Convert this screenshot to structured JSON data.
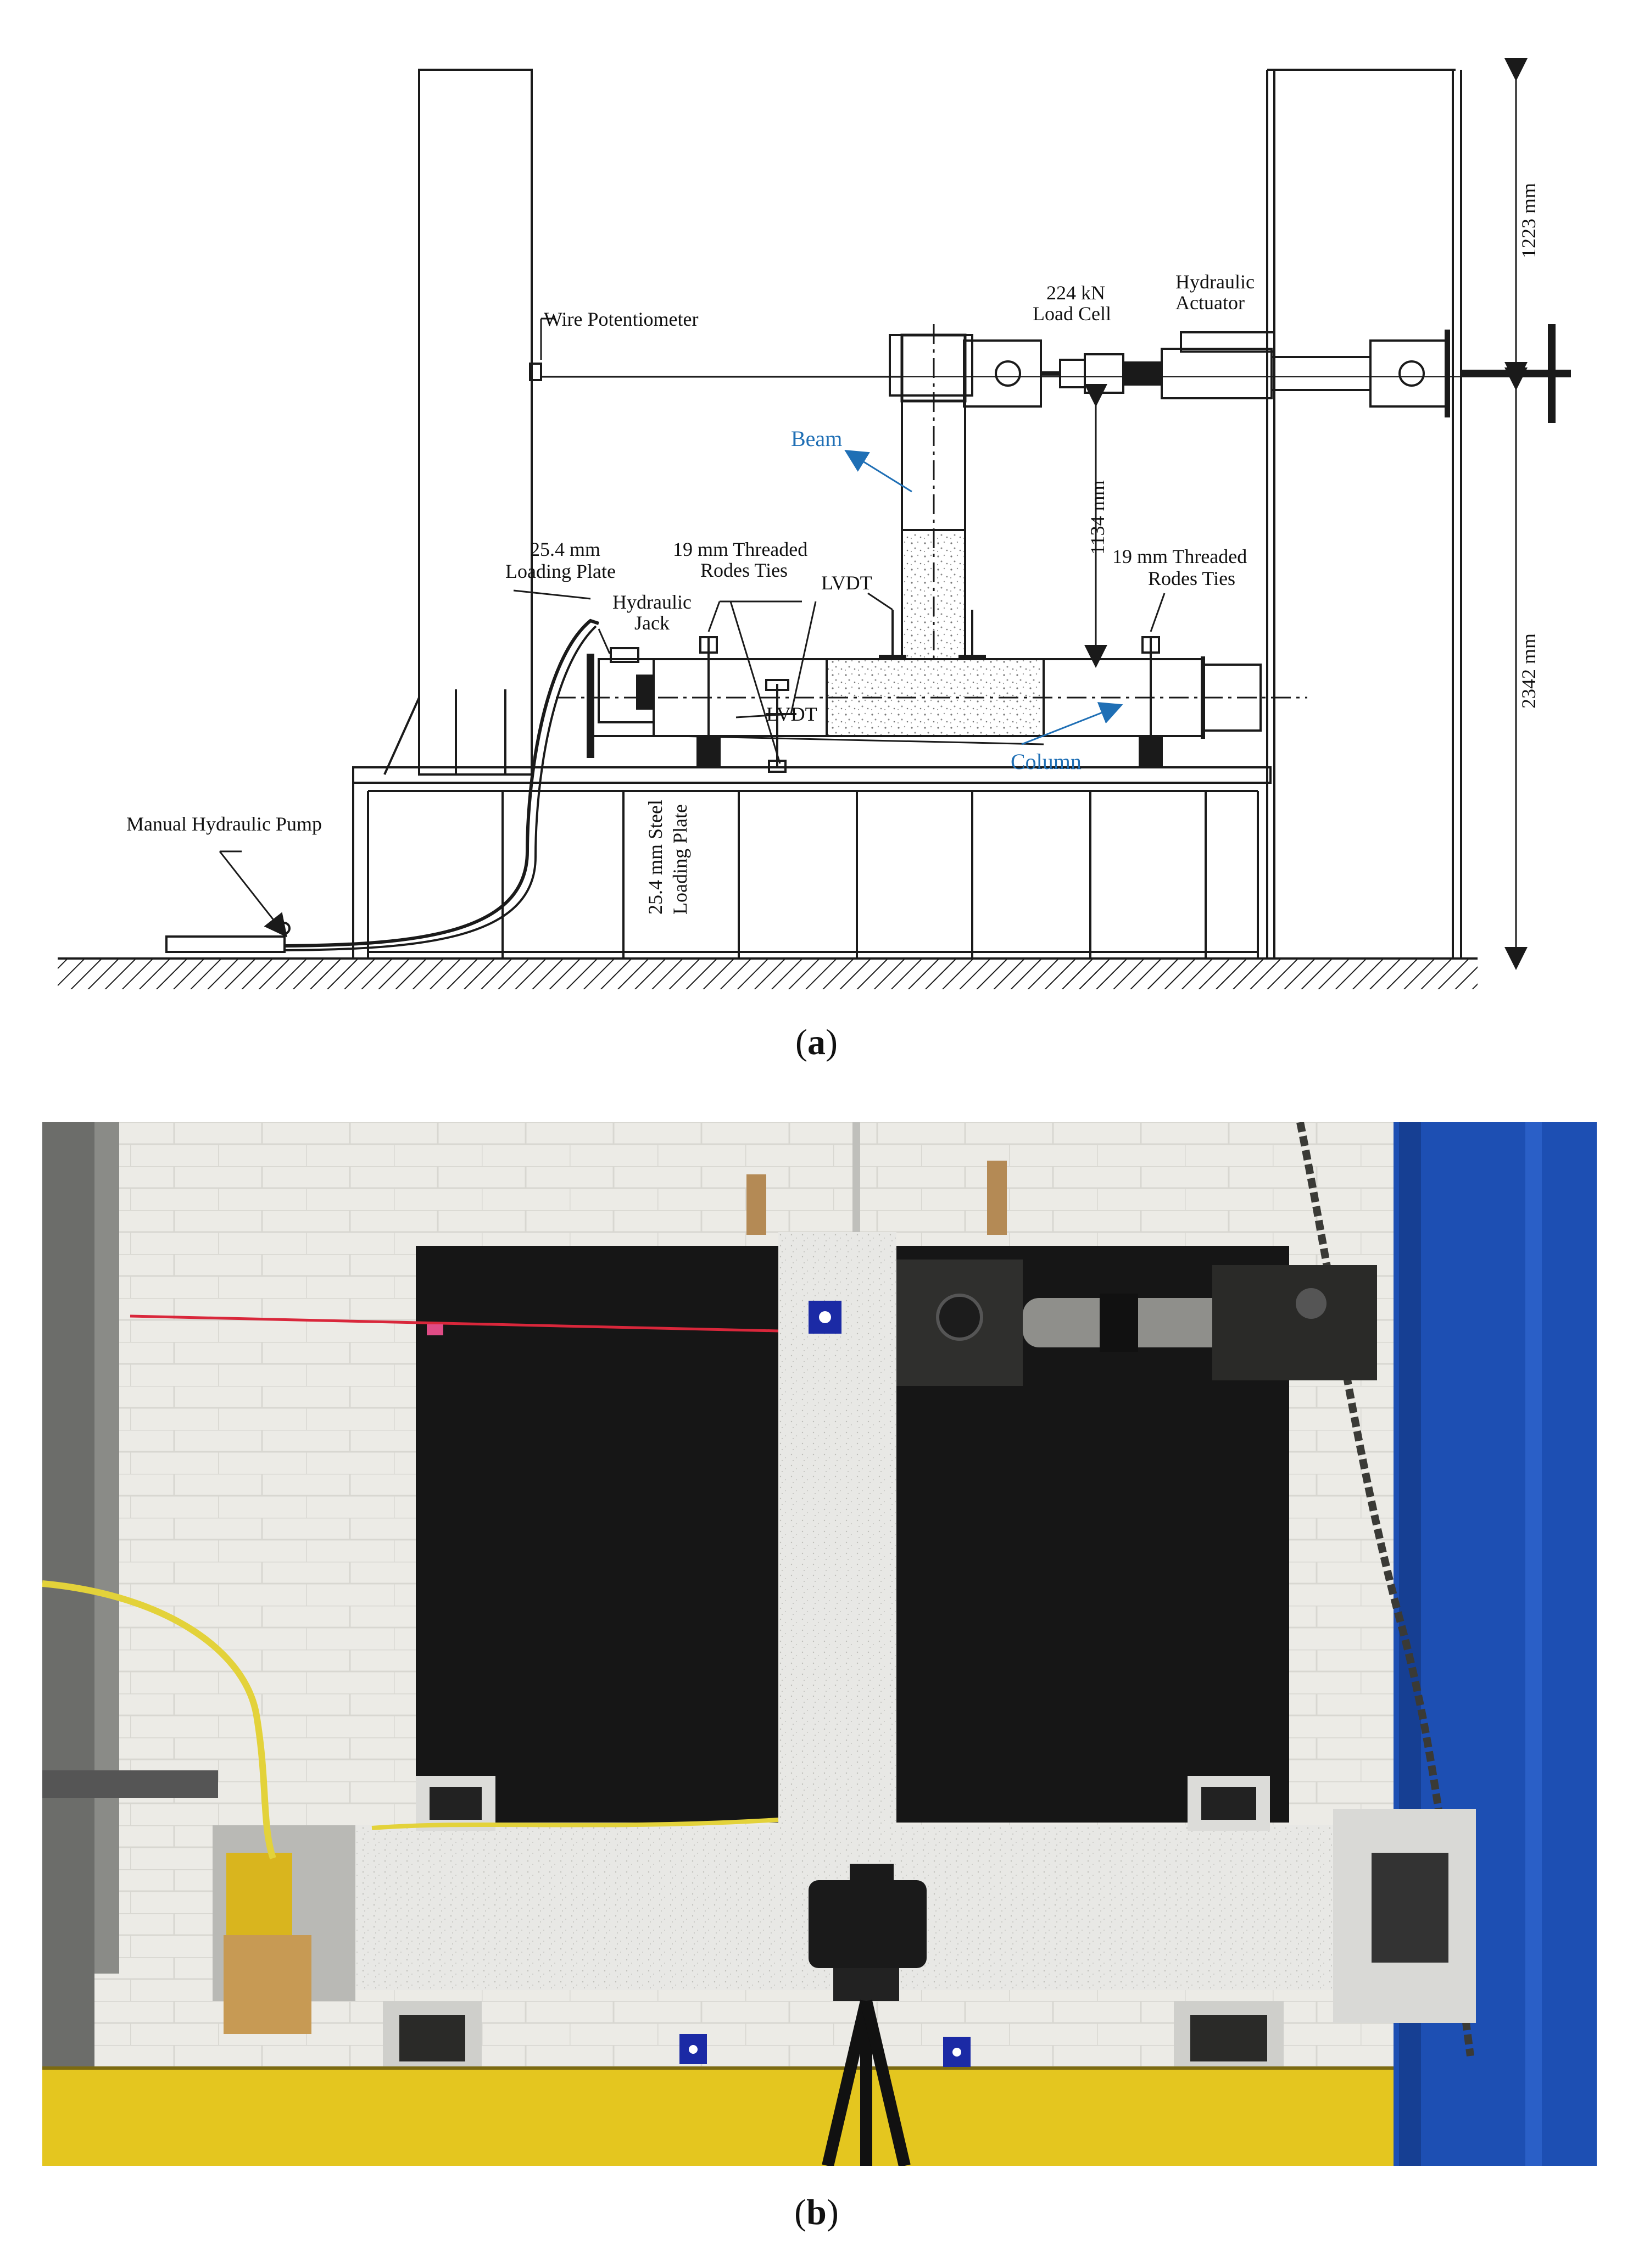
{
  "figure_a": {
    "labels": {
      "wire_potentiometer": "Wire Potentiometer",
      "load_cell_1": "224 kN",
      "load_cell_2": "Load Cell",
      "actuator_1": "Hydraulic",
      "actuator_2": "Actuator",
      "beam": "Beam",
      "loading_plate_1": "25.4 mm",
      "loading_plate_2": "Loading Plate",
      "jack_1": "Hydraulic",
      "jack_2": "Jack",
      "ties_left_1": "19 mm Threaded",
      "ties_left_2": "Rodes Ties",
      "lvdt_top": "LVDT",
      "lvdt_mid": "LVDT",
      "ties_right_1": "19 mm Threaded",
      "ties_right_2": "Rodes Ties",
      "column": "Column",
      "pump": "Manual Hydraulic Pump",
      "steel_plate_1": "25.4 mm Steel",
      "steel_plate_2": "Loading Plate",
      "dim_1223": "1223 mm",
      "dim_1134": "1134 mm",
      "dim_2342": "2342 mm"
    },
    "colors": {
      "line": "#1a1a1a",
      "annotation": "#1f6fb5"
    },
    "caption": {
      "open": "(",
      "letter": "a",
      "close": ")"
    }
  },
  "figure_b": {
    "colors": {
      "wall": "#ecebe6",
      "board": "#161616",
      "frame_blue": "#1d4fb3",
      "table_yellow": "#e4c61f",
      "specimen": "#e6e6e3",
      "laser": "#d9273b"
    },
    "caption": {
      "open": "(",
      "letter": "b",
      "close": ")"
    }
  }
}
